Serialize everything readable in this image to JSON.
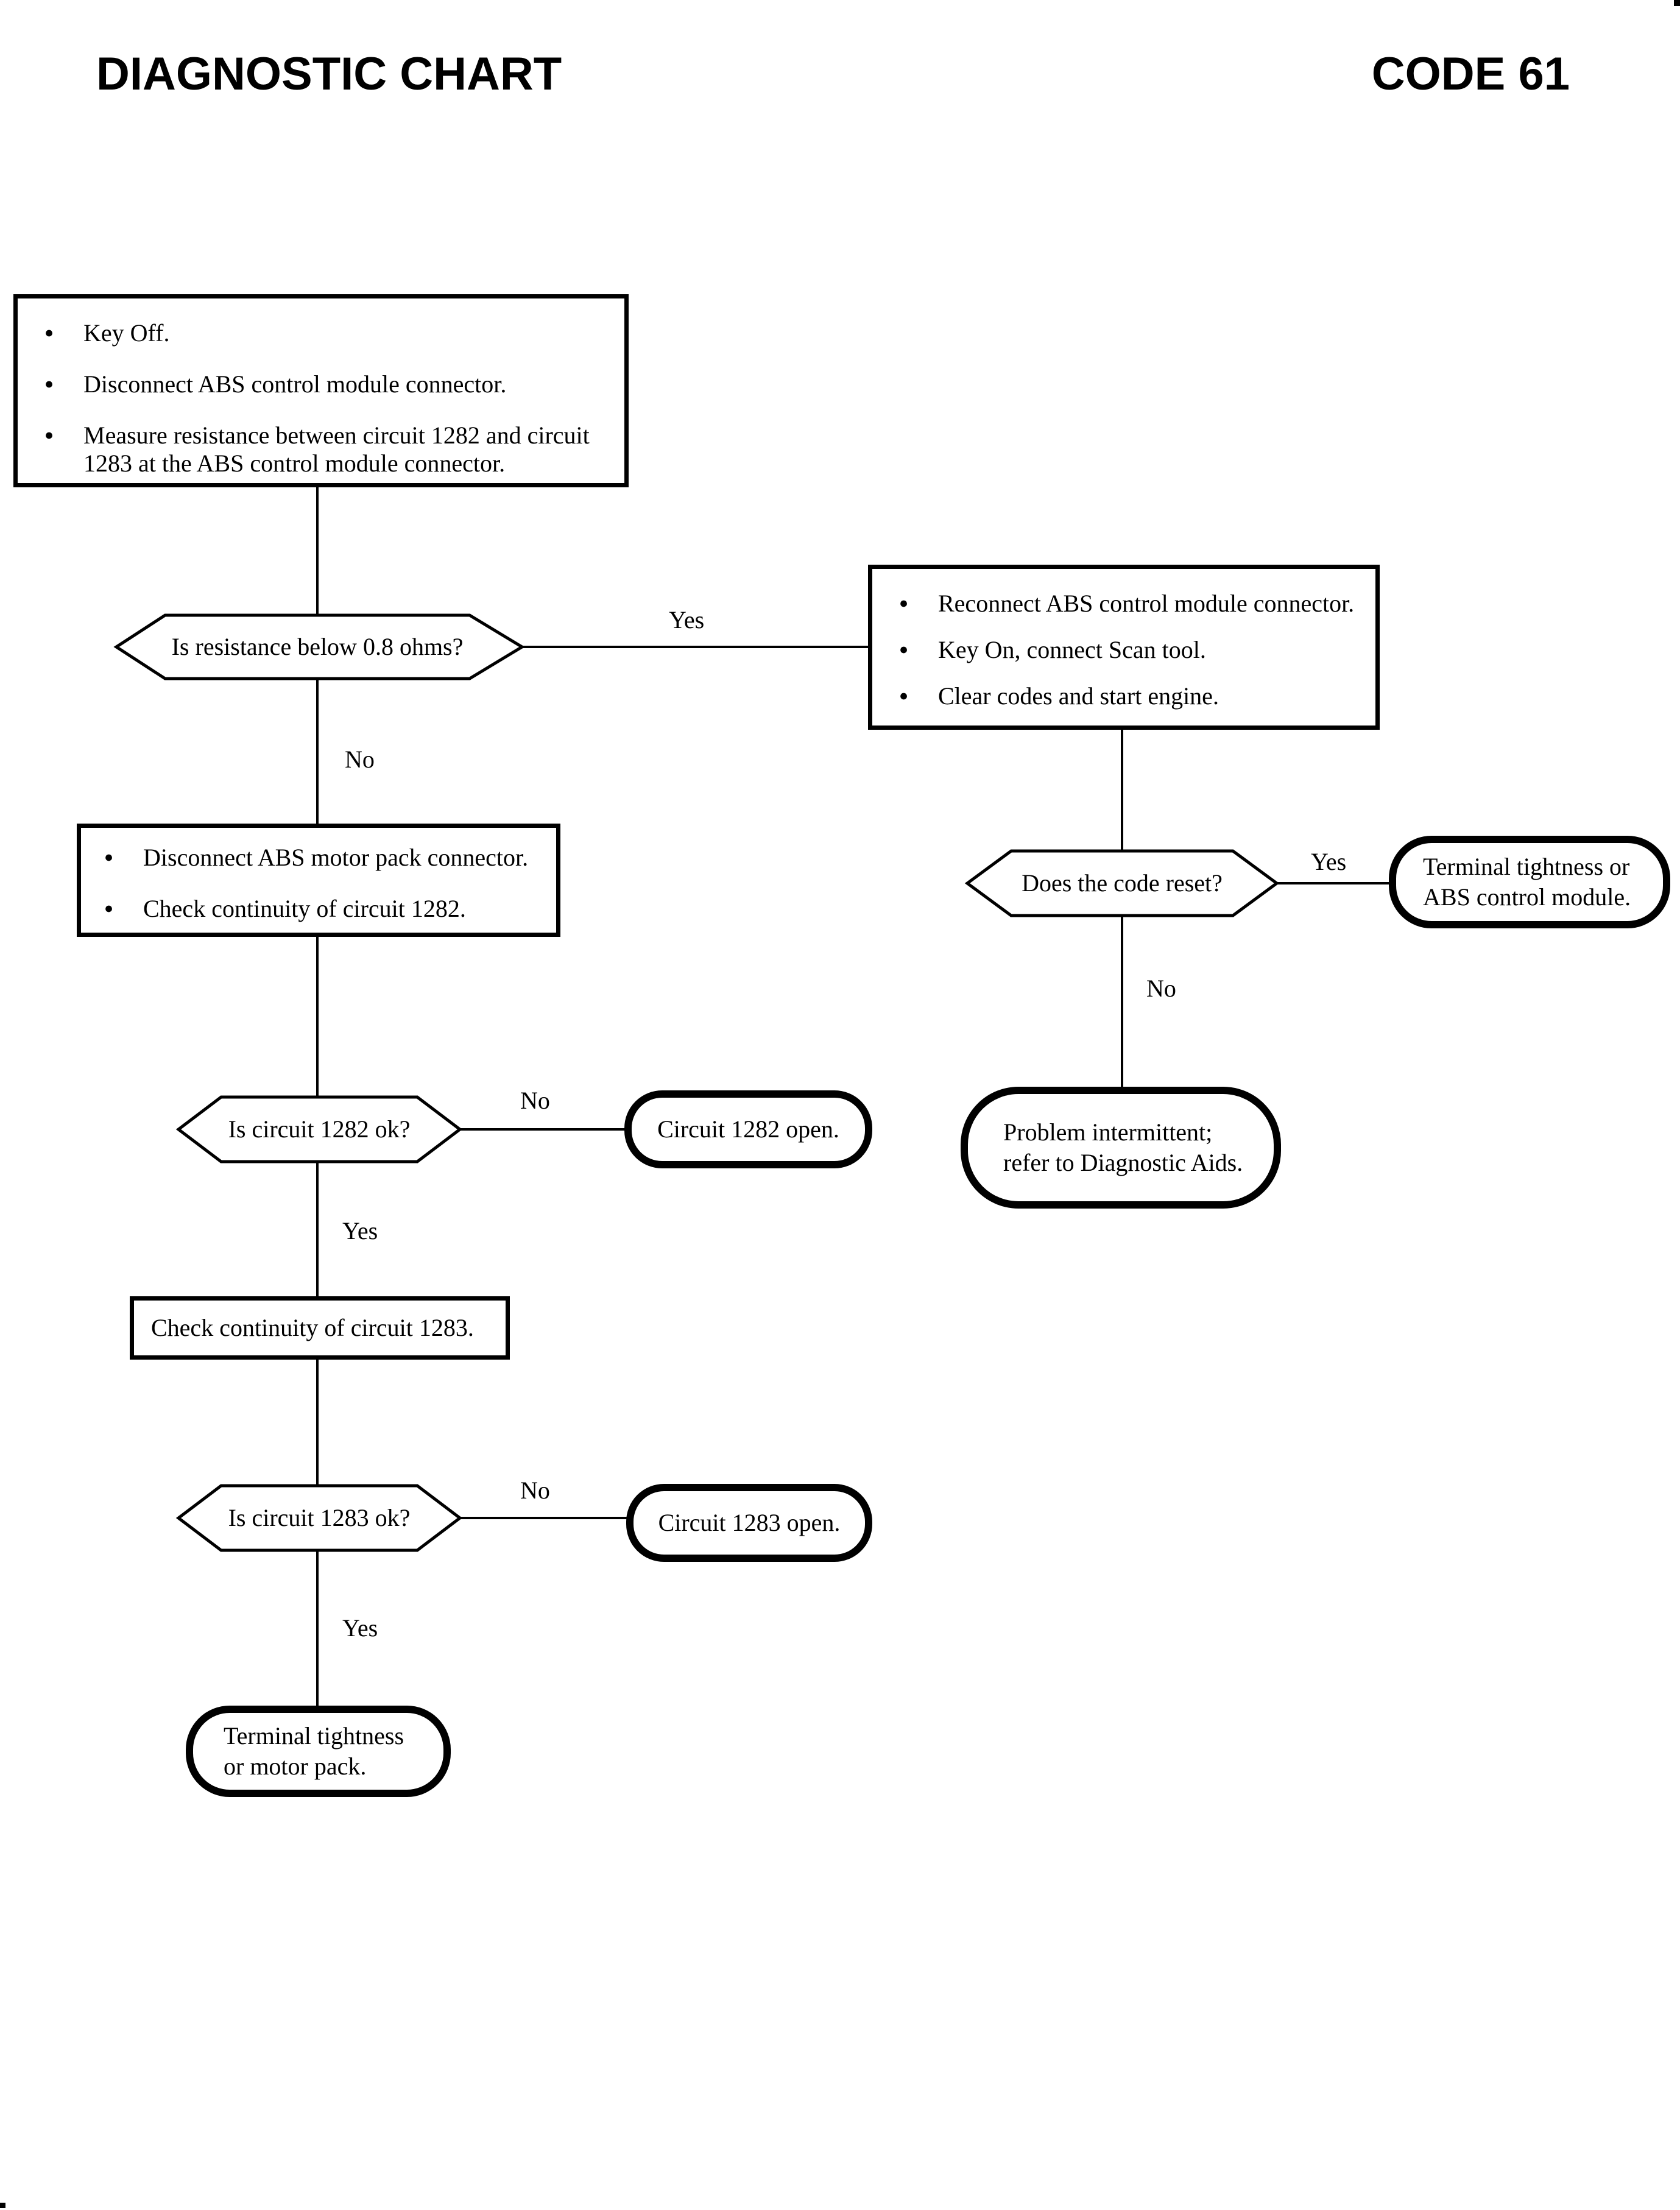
{
  "header": {
    "title": "DIAGNOSTIC CHART",
    "code": "CODE 61"
  },
  "flowchart": {
    "step1": {
      "bullets": [
        "Key Off.",
        "Disconnect ABS control module connector.",
        "Measure resistance between circuit 1282 and circuit 1283 at the ABS control module connector."
      ]
    },
    "decision1": {
      "question": "Is resistance below 0.8 ohms?",
      "yes_label": "Yes",
      "no_label": "No"
    },
    "step2": {
      "bullets": [
        "Reconnect ABS control module connector.",
        "Key On, connect Scan tool.",
        "Clear codes and start engine."
      ]
    },
    "decision2": {
      "question": "Does the code reset?",
      "yes_label": "Yes",
      "no_label": "No"
    },
    "terminal_abs_module": {
      "line1": "Terminal tightness or",
      "line2": "ABS control module."
    },
    "terminal_intermittent": {
      "line1": "Problem intermittent;",
      "line2": "refer to Diagnostic Aids."
    },
    "step3": {
      "bullets": [
        "Disconnect ABS motor pack connector.",
        "Check continuity of circuit 1282."
      ]
    },
    "decision3": {
      "question": "Is circuit 1282 ok?",
      "yes_label": "Yes",
      "no_label": "No"
    },
    "terminal_1282_open": {
      "text": "Circuit 1282 open."
    },
    "step4": {
      "text": "Check continuity of circuit 1283."
    },
    "decision4": {
      "question": "Is circuit 1283 ok?",
      "yes_label": "Yes",
      "no_label": "No"
    },
    "terminal_1283_open": {
      "text": "Circuit 1283 open."
    },
    "terminal_motor_pack": {
      "line1": "Terminal tightness",
      "line2": "or motor pack."
    }
  }
}
